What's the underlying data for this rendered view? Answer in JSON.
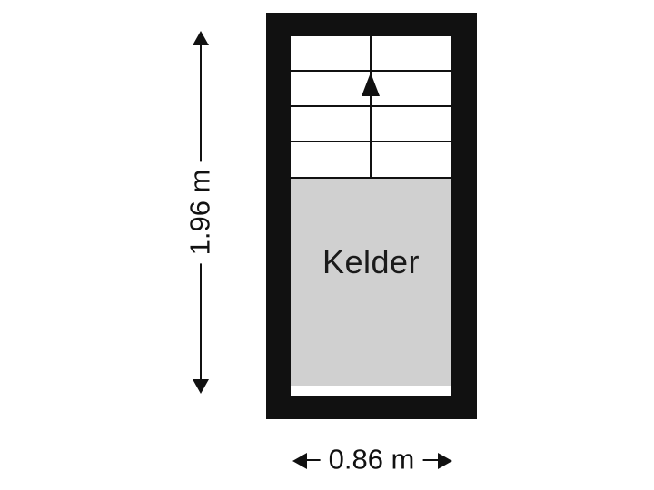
{
  "plan": {
    "room_label": "Kelder",
    "dimensions": {
      "height_label": "1.96 m",
      "width_label": "0.86 m"
    },
    "stairs": {
      "step_count": 4,
      "direction_icon": "up-arrow-icon"
    },
    "colors": {
      "wall": "#111111",
      "room_fill": "#d0d0d0",
      "background": "#ffffff",
      "text": "#111111"
    }
  }
}
